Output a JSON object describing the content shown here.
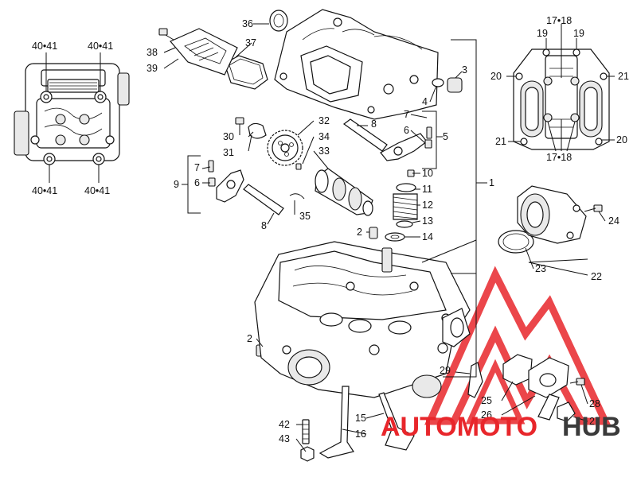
{
  "callouts": [
    {
      "id": "c1",
      "text": "1"
    },
    {
      "id": "c2a",
      "text": "2"
    },
    {
      "id": "c2b",
      "text": "2"
    },
    {
      "id": "c3",
      "text": "3"
    },
    {
      "id": "c4",
      "text": "4"
    },
    {
      "id": "c5",
      "text": "5"
    },
    {
      "id": "c6a",
      "text": "6"
    },
    {
      "id": "c6b",
      "text": "6"
    },
    {
      "id": "c7a",
      "text": "7"
    },
    {
      "id": "c7b",
      "text": "7"
    },
    {
      "id": "c8a",
      "text": "8"
    },
    {
      "id": "c8b",
      "text": "8"
    },
    {
      "id": "c9",
      "text": "9"
    },
    {
      "id": "c10",
      "text": "10"
    },
    {
      "id": "c11",
      "text": "11"
    },
    {
      "id": "c12",
      "text": "12"
    },
    {
      "id": "c13",
      "text": "13"
    },
    {
      "id": "c14",
      "text": "14"
    },
    {
      "id": "c15",
      "text": "15"
    },
    {
      "id": "c16",
      "text": "16"
    },
    {
      "id": "c1718a",
      "text": "17•18"
    },
    {
      "id": "c1718b",
      "text": "17•18"
    },
    {
      "id": "c19a",
      "text": "19"
    },
    {
      "id": "c19b",
      "text": "19"
    },
    {
      "id": "c20a",
      "text": "20"
    },
    {
      "id": "c20b",
      "text": "20"
    },
    {
      "id": "c21a",
      "text": "21"
    },
    {
      "id": "c21b",
      "text": "21"
    },
    {
      "id": "c22",
      "text": "22"
    },
    {
      "id": "c23",
      "text": "23"
    },
    {
      "id": "c24",
      "text": "24"
    },
    {
      "id": "c25",
      "text": "25"
    },
    {
      "id": "c26",
      "text": "26"
    },
    {
      "id": "c27",
      "text": "27"
    },
    {
      "id": "c28",
      "text": "28"
    },
    {
      "id": "c29",
      "text": "29"
    },
    {
      "id": "c30",
      "text": "30"
    },
    {
      "id": "c31",
      "text": "31"
    },
    {
      "id": "c32",
      "text": "32"
    },
    {
      "id": "c33",
      "text": "33"
    },
    {
      "id": "c34",
      "text": "34"
    },
    {
      "id": "c35",
      "text": "35"
    },
    {
      "id": "c36",
      "text": "36"
    },
    {
      "id": "c37",
      "text": "37"
    },
    {
      "id": "c38",
      "text": "38"
    },
    {
      "id": "c39",
      "text": "39"
    },
    {
      "id": "c4041a",
      "text": "40•41"
    },
    {
      "id": "c4041b",
      "text": "40•41"
    },
    {
      "id": "c4041c",
      "text": "40•41"
    },
    {
      "id": "c4041d",
      "text": "40•41"
    },
    {
      "id": "c42",
      "text": "42"
    },
    {
      "id": "c43",
      "text": "43"
    }
  ],
  "watermark": {
    "part1": "AUTOMOTO",
    "part2": "HUB",
    "color_primary": "#e8262b",
    "color_secondary": "#3a3a3a"
  }
}
